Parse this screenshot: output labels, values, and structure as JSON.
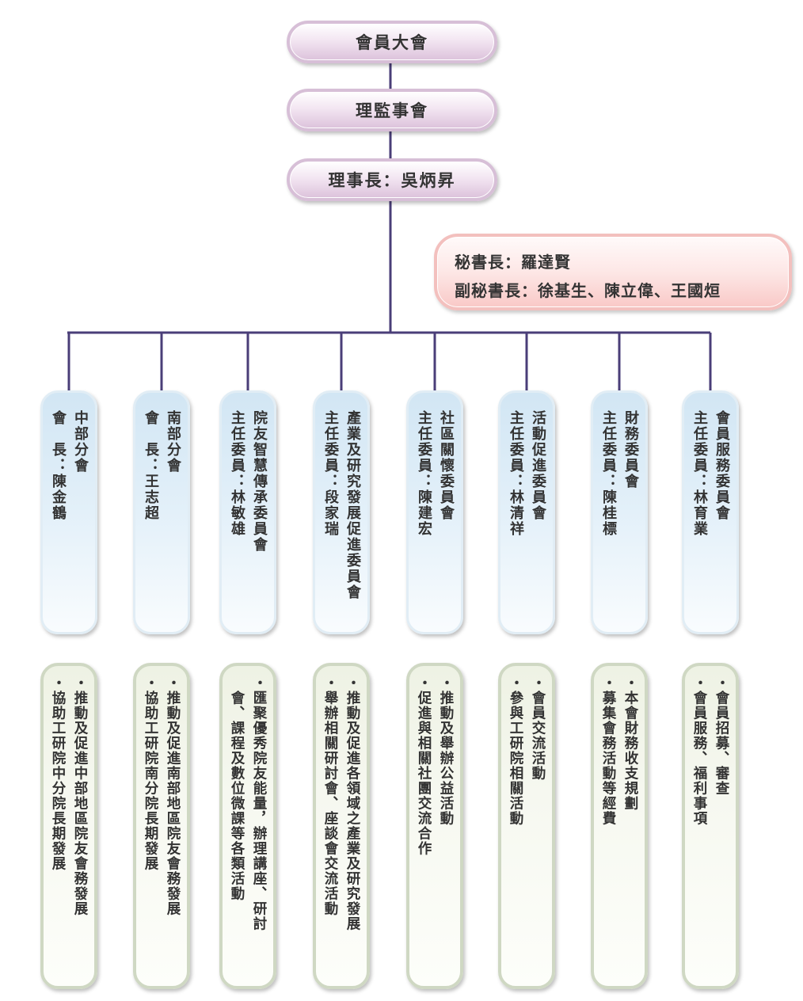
{
  "general_assembly": "會員大會",
  "board": "理監事會",
  "chairman": "理事長：吳炳昇",
  "secretariat": {
    "secretary_general": "秘書長：羅達賢",
    "deputy_secretaries": "副秘書長：徐基生、陳立偉、王國烜"
  },
  "colors": {
    "line": "#4a3e78",
    "top_node": "#dcc2db",
    "secretariat": "#f9c9c7",
    "committee": "#d2e6f4",
    "duty": "#eef2e4"
  },
  "committees": [
    {
      "name": "中部分會",
      "head": "會　長：陳金鶴",
      "duty_line1": "・推動及促進中部地區院友會務發展",
      "duty_line2": "・協助工研院中分院長期發展"
    },
    {
      "name": "南部分會",
      "head": "會　長：王志超",
      "duty_line1": "・推動及促進南部地區院友會務發展",
      "duty_line2": "・協助工研院南分院長期發展"
    },
    {
      "name": "院友智慧傳承委員會",
      "head": "主任委員：林敏雄",
      "duty_line1": "・匯聚優秀院友能量，辦理講座、研討",
      "duty_line2": "　會、課程及數位微課等各類活動"
    },
    {
      "name": "產業及研究發展促進委員會",
      "head": "主任委員：段家瑞",
      "duty_line1": "・推動及促進各領域之產業及研究發展",
      "duty_line2": "・舉辦相關研討會、座談會交流活動"
    },
    {
      "name": "社區關懷委員會",
      "head": "主任委員：陳建宏",
      "duty_line1": "・推動及舉辦公益活動",
      "duty_line2": "・促進與相關社團交流合作"
    },
    {
      "name": "活動促進委員會",
      "head": "主任委員：林清祥",
      "duty_line1": "・會員交流活動",
      "duty_line2": "・參與工研院相關活動"
    },
    {
      "name": "財務委員會",
      "head": "主任委員：陳桂標",
      "duty_line1": "・本會財務收支規劃",
      "duty_line2": "・募集會務活動等經費"
    },
    {
      "name": "會員服務委員會",
      "head": "主任委員：林育業",
      "duty_line1": "・會員招募、審查",
      "duty_line2": "・會員服務、福利事項"
    }
  ]
}
